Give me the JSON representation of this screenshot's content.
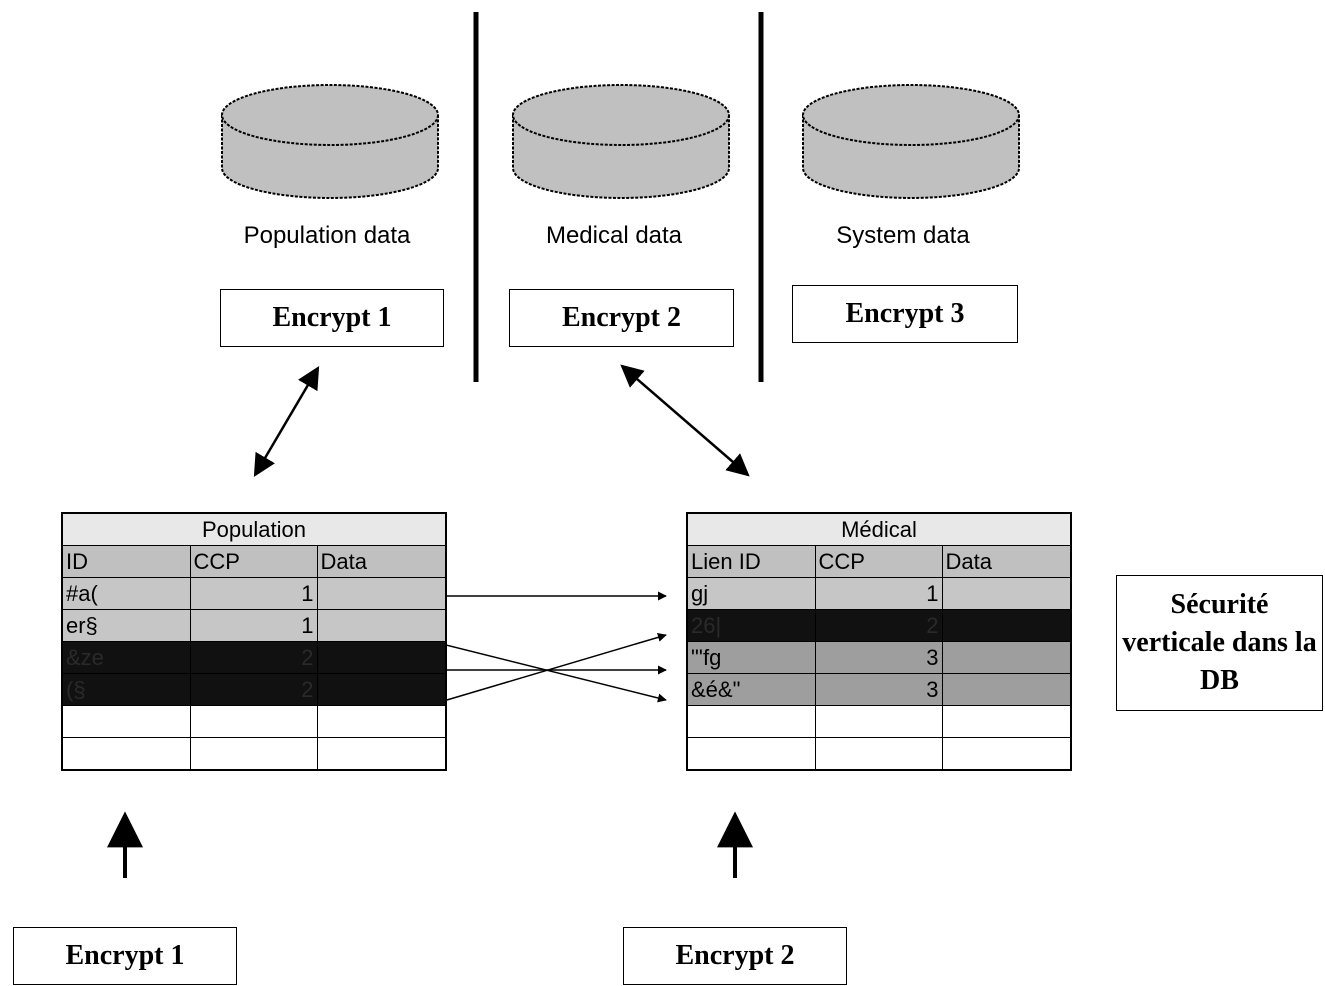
{
  "databases": [
    {
      "label": "Population data"
    },
    {
      "label": "Medical data"
    },
    {
      "label": "System data"
    }
  ],
  "top_boxes": [
    "Encrypt 1",
    "Encrypt 2",
    "Encrypt 3"
  ],
  "bottom_boxes": [
    "Encrypt 1",
    "Encrypt 2"
  ],
  "side_note": "Sécurité verticale dans la DB",
  "population_table": {
    "title": "Population",
    "headers": [
      "ID",
      "CCP",
      "Data"
    ],
    "rows": [
      {
        "id": "#a(",
        "ccp": "1",
        "data": ""
      },
      {
        "id": "er§",
        "ccp": "1",
        "data": ""
      },
      {
        "id": "&ze",
        "ccp": "2",
        "data": ""
      },
      {
        "id": "(§",
        "ccp": "2",
        "data": ""
      }
    ]
  },
  "medical_table": {
    "title": "Médical",
    "headers": [
      "Lien ID",
      "CCP",
      "Data"
    ],
    "rows": [
      {
        "id": "gj",
        "ccp": "1",
        "data": ""
      },
      {
        "id": "26|",
        "ccp": "2",
        "data": ""
      },
      {
        "id": "\"'fg",
        "ccp": "3",
        "data": ""
      },
      {
        "id": "&é&\"",
        "ccp": "3",
        "data": ""
      }
    ]
  },
  "colors": {
    "cylinder_fill": "#c0c0c0",
    "dark_row": "#111111",
    "mid_row": "#9e9e9e",
    "light_row": "#c6c6c6"
  }
}
